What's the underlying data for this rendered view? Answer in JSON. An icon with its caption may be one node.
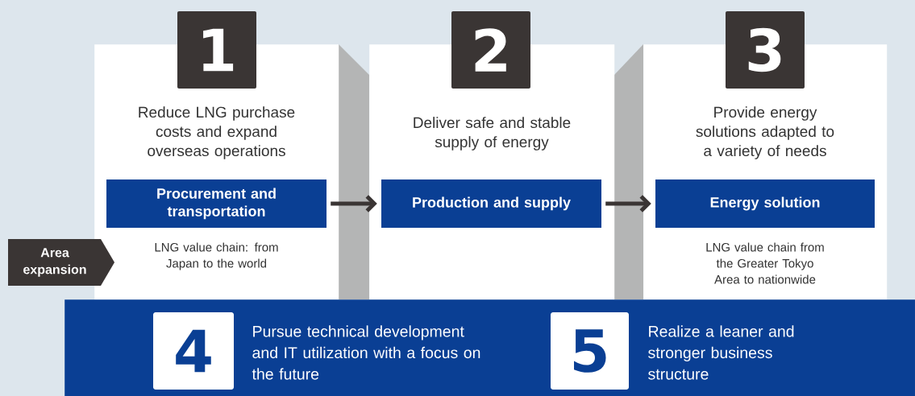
{
  "diagram": {
    "nodes": [
      {
        "text": [
          "1",
          "Reduce LNG purchase costs and expand overseas operations",
          "LNG value chain: from Japan to the world"
        ]
      },
      {
        "text": [
          "Procurement and transportation"
        ],
        "in": 0
      },
      {
        "text": [
          "2",
          "Deliver safe and stable supply of energy"
        ]
      },
      {
        "text": [
          "Production and supply"
        ],
        "in": 2
      },
      {
        "text": [
          "3",
          "Provide energy solutions adapted to a variety of needs",
          "LNG value chain from the Greater Tokyo Area to nationwide"
        ]
      },
      {
        "text": [
          "Energy solution"
        ],
        "in": 4
      },
      {
        "text": [
          "Area expansion"
        ]
      },
      {
        "text": [],
        "shape": "box"
      },
      {
        "text": [
          "4",
          "Pursue technical development and IT utilization with a focus on the future"
        ],
        "in": 7
      },
      {
        "text": [
          "5",
          "Realize a leaner and stronger business structure"
        ],
        "in": 7
      }
    ],
    "edges": [
      {
        "from": 1,
        "to": 3,
        "arrow": "to"
      },
      {
        "from": 3,
        "to": 5,
        "arrow": "to"
      }
    ]
  }
}
